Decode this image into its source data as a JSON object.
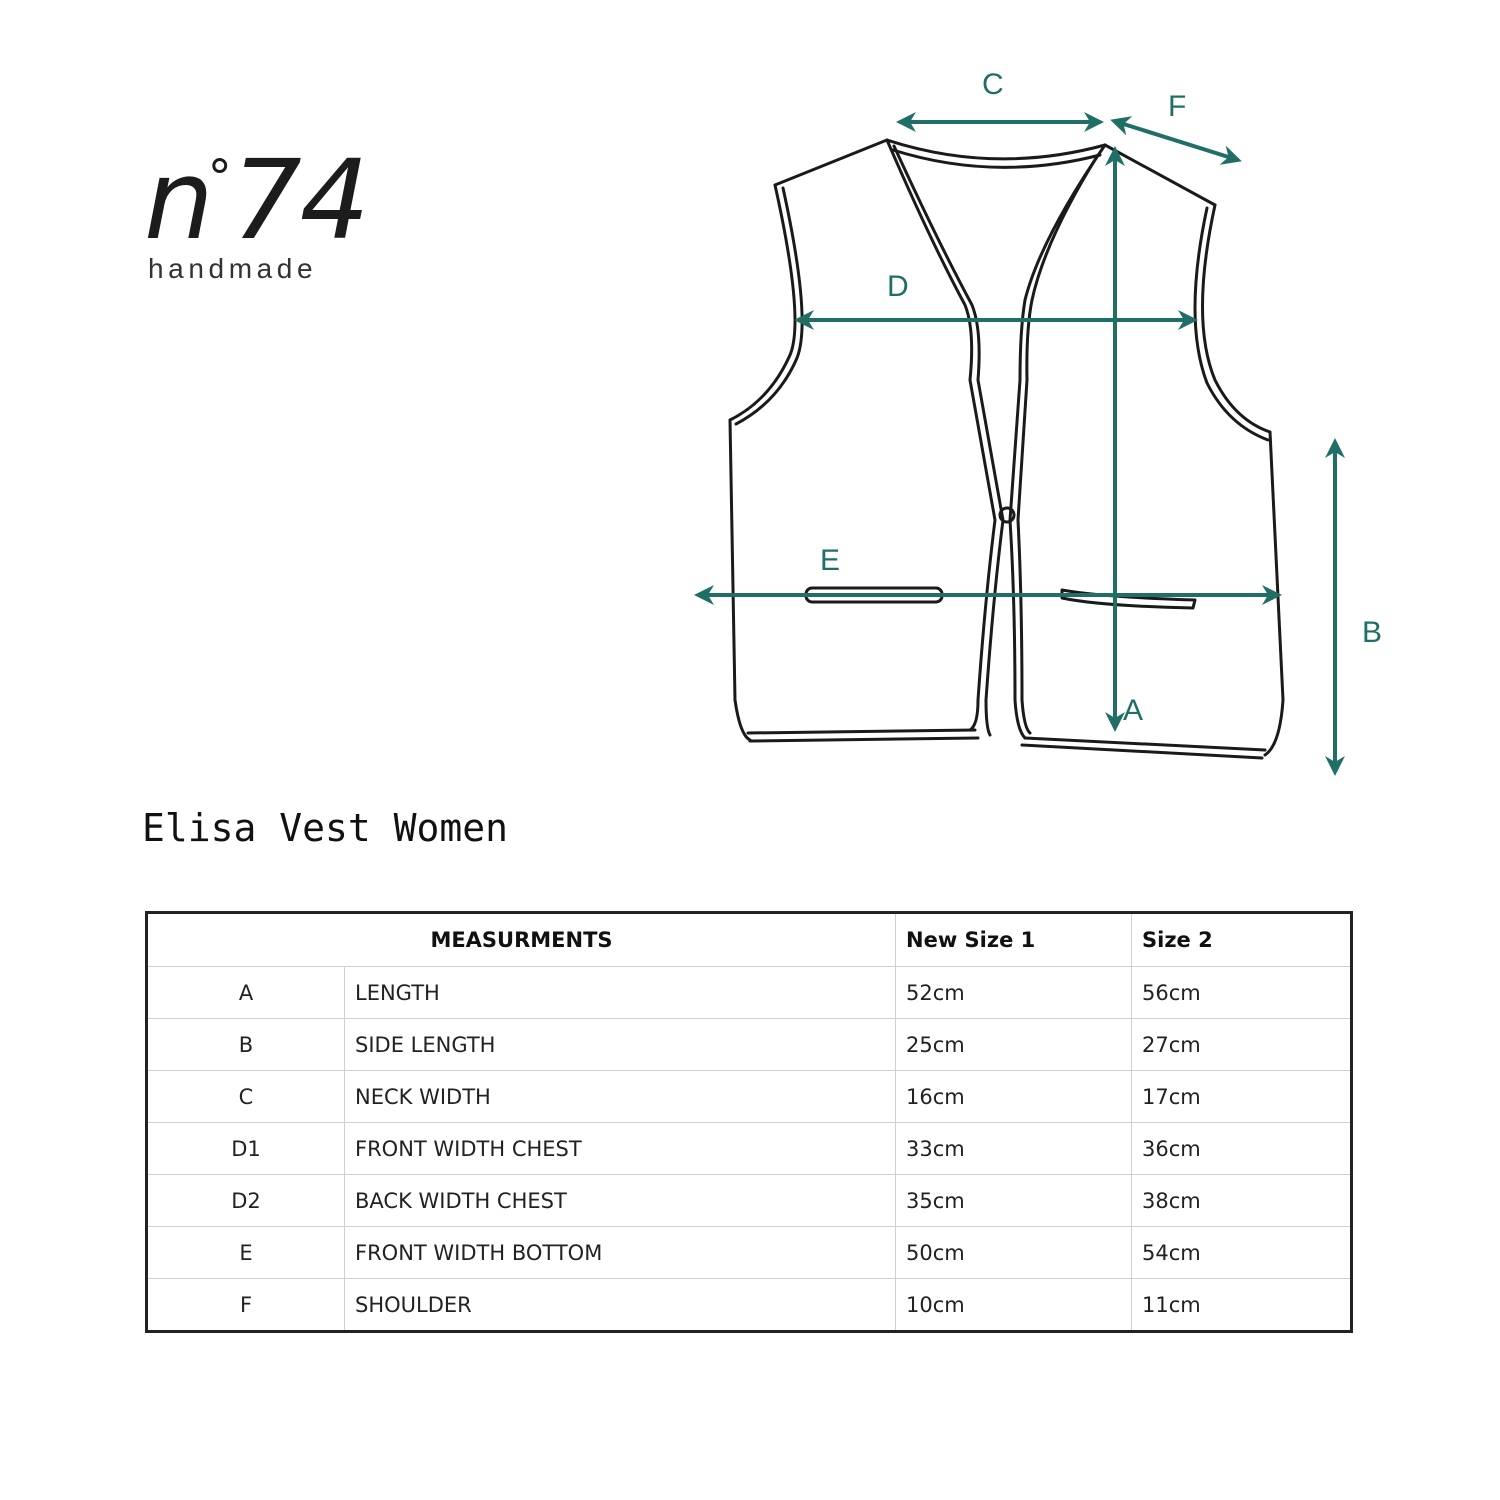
{
  "brand": {
    "mark_prefix": "n",
    "mark_degree": "°",
    "mark_number": "74",
    "tagline": "handmade"
  },
  "diagram": {
    "accent_color": "#1f6f66",
    "line_color": "#1a1a1a",
    "labels": {
      "A": "A",
      "B": "B",
      "C": "C",
      "D": "D",
      "E": "E",
      "F": "F"
    }
  },
  "product": {
    "title": "Elisa Vest Women"
  },
  "table": {
    "headers": {
      "measurements": "MEASURMENTS",
      "size1": "New Size 1",
      "size2": "Size 2"
    },
    "rows": [
      {
        "code": "A",
        "name": "LENGTH",
        "size1": "52cm",
        "size2": "56cm"
      },
      {
        "code": "B",
        "name": "SIDE LENGTH",
        "size1": "25cm",
        "size2": "27cm"
      },
      {
        "code": "C",
        "name": "NECK WIDTH",
        "size1": "16cm",
        "size2": "17cm"
      },
      {
        "code": "D1",
        "name": "FRONT WIDTH CHEST",
        "size1": "33cm",
        "size2": "36cm"
      },
      {
        "code": "D2",
        "name": "BACK WIDTH CHEST",
        "size1": "35cm",
        "size2": "38cm"
      },
      {
        "code": "E",
        "name": "FRONT WIDTH BOTTOM",
        "size1": "50cm",
        "size2": "54cm"
      },
      {
        "code": "F",
        "name": "SHOULDER",
        "size1": "10cm",
        "size2": "11cm"
      }
    ]
  }
}
